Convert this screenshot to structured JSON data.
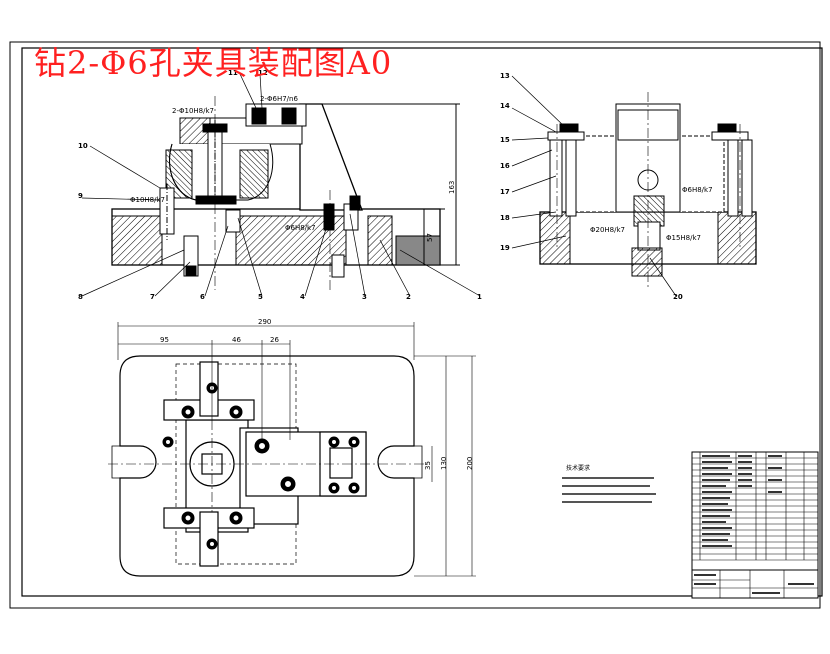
{
  "title": "钻2-Φ6孔夹具装配图A0",
  "front_view": {
    "fit_labels": [
      "2-Φ10H8/k7",
      "2-Φ6H7/n6",
      "Φ10H8/k7",
      "Φ6H8/k7"
    ],
    "dims": [
      "57",
      "163"
    ],
    "part_callouts": [
      "11",
      "12",
      "10",
      "9",
      "8",
      "7",
      "6",
      "5",
      "4",
      "3",
      "2",
      "1"
    ]
  },
  "side_view": {
    "fit_labels": [
      "Φ6H8/k7",
      "Φ20H8/k7",
      "Φ15H8/k7"
    ],
    "part_callouts": [
      "13",
      "14",
      "15",
      "16",
      "17",
      "18",
      "19",
      "20"
    ]
  },
  "top_view": {
    "dims": [
      "290",
      "95",
      "46",
      "26",
      "35",
      "130",
      "200"
    ]
  },
  "notes_title": "技术要求"
}
